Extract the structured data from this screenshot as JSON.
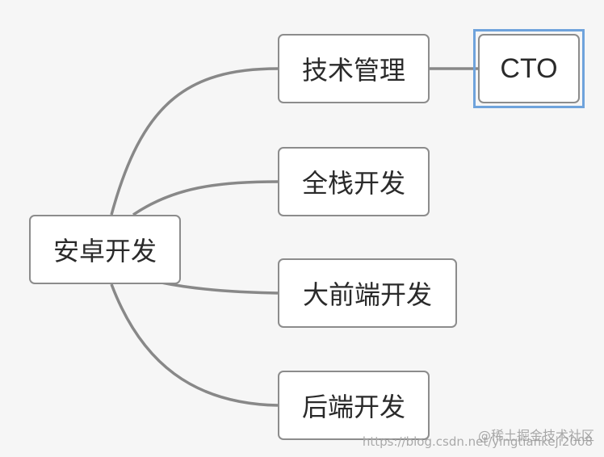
{
  "mindmap": {
    "root": {
      "label": "安卓开发"
    },
    "branches": [
      {
        "label": "技术管理",
        "children": [
          {
            "label": "CTO",
            "selected": true
          }
        ]
      },
      {
        "label": "全栈开发"
      },
      {
        "label": "大前端开发"
      },
      {
        "label": "后端开发"
      }
    ],
    "colors": {
      "background": "#f6f6f6",
      "node_fill": "#ffffff",
      "node_border": "#8c8c8c",
      "connector": "#888888",
      "selection": "#6fa3dc"
    }
  },
  "watermark": {
    "brand": "@稀土掘金技术社区",
    "url": "https://blog.csdn.net/yingtiankeji2008"
  }
}
